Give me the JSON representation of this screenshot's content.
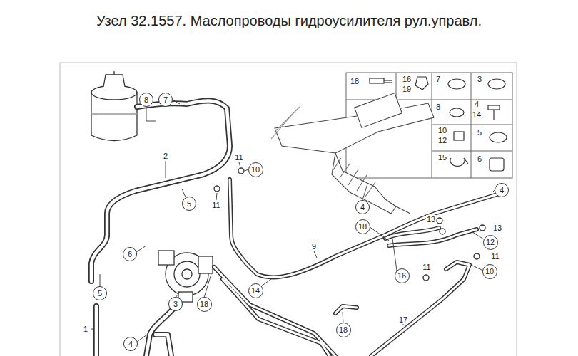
{
  "diagram": {
    "title": "Узел 32.1557. Маслопроводы гидроусилителя рул.управл.",
    "nodes": [
      {
        "text": [
          "8"
        ]
      },
      {
        "text": [
          "7"
        ]
      },
      {
        "text": [
          "10"
        ]
      },
      {
        "text": [
          "4"
        ]
      },
      {
        "text": [
          "5"
        ]
      },
      {
        "text": [
          "4"
        ]
      },
      {
        "text": [
          "18"
        ]
      },
      {
        "text": [
          "12"
        ]
      },
      {
        "text": [
          "6"
        ]
      },
      {
        "text": [
          "10"
        ]
      },
      {
        "text": [
          "16"
        ]
      },
      {
        "text": [
          "14"
        ]
      },
      {
        "text": [
          "5"
        ]
      },
      {
        "text": [
          "3"
        ]
      },
      {
        "text": [
          "18"
        ]
      },
      {
        "text": [
          "18"
        ]
      },
      {
        "text": [
          "4"
        ]
      }
    ],
    "labels": [
      "18",
      "16",
      "19",
      "7",
      "3",
      "8",
      "4",
      "14",
      "10",
      "12",
      "5",
      "15",
      "6",
      "2",
      "11",
      "11",
      "9",
      "13",
      "13",
      "11",
      "11",
      "1",
      "17"
    ]
  }
}
